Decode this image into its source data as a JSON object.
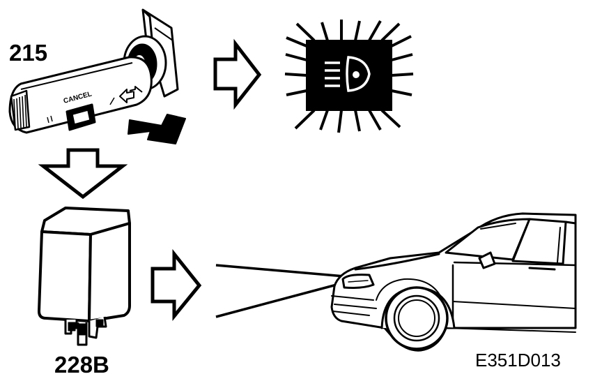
{
  "labels": {
    "stalk_switch": "215",
    "stalk_cancel_text": "CANCEL",
    "relay": "228B",
    "figure_code": "E351D013"
  },
  "icons": {
    "stalk": "turn-signal-stalk-icon",
    "headlight_symbol": "high-beam-symbol-icon",
    "relay": "relay-icon",
    "car": "car-front-icon",
    "arrow": "outline-arrow-icon",
    "pull_arrow": "pull-direction-arrow-icon"
  },
  "colors": {
    "ink": "#000000",
    "paper": "#ffffff"
  }
}
